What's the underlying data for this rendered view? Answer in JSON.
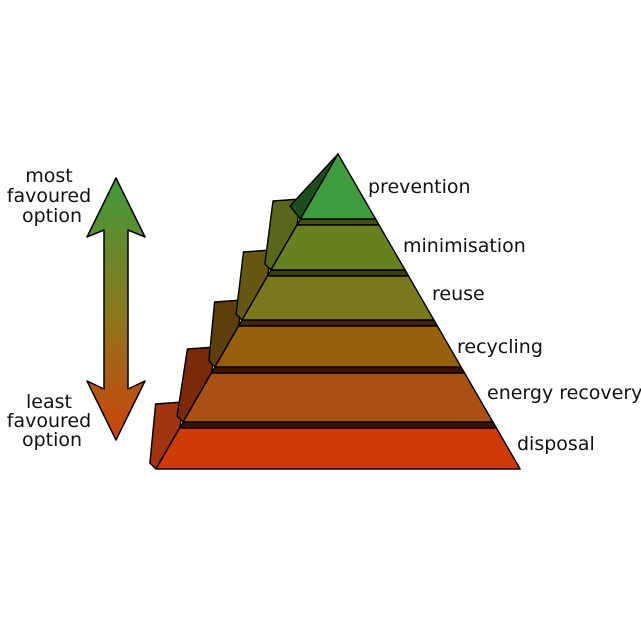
{
  "figure": {
    "background": "#ffffff",
    "arrow": {
      "top_label": [
        "most",
        "favoured",
        "option"
      ],
      "bottom_label": [
        "least",
        "favoured",
        "option"
      ],
      "gradient": {
        "top": "#3f9b3b",
        "mid": "#8a7a1e",
        "bottom": "#ce410e"
      },
      "outline": "#000000"
    },
    "pyramid": {
      "outline": "#000000",
      "text_color": "#111111",
      "layers": [
        {
          "label": "prevention",
          "front": "#3f9d3f",
          "side": "#1e4e1e"
        },
        {
          "label": "minimisation",
          "front": "#68801f",
          "side": "#5a671b",
          "lip": "#465213"
        },
        {
          "label": "reuse",
          "front": "#797a1e",
          "side": "#665812",
          "lip": "#3c3c0c"
        },
        {
          "label": "recycling",
          "front": "#97600f",
          "side": "#5e3e0d",
          "lip": "#432406"
        },
        {
          "label": "energy recovery",
          "front": "#a95112",
          "side": "#7a2a08",
          "lip": "#3a1505"
        },
        {
          "label": "disposal",
          "front": "#cf3a09",
          "side": "#a23510",
          "lip": "#420f03"
        }
      ]
    }
  }
}
